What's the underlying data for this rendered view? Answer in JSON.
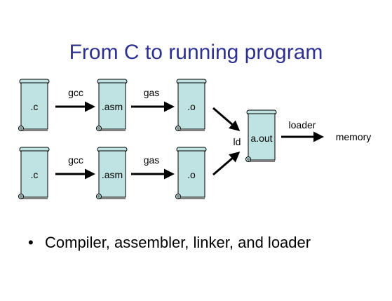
{
  "slide": {
    "title": "From C to running program",
    "bullet": "Compiler, assembler, linker, and loader"
  },
  "diagram": {
    "rows": [
      {
        "source": ".c",
        "compiler": "gcc",
        "assembly": ".asm",
        "assembler": "gas",
        "object": ".o"
      },
      {
        "source": ".c",
        "compiler": "gcc",
        "assembly": ".asm",
        "assembler": "gas",
        "object": ".o"
      }
    ],
    "linker": "ld",
    "executable": "a.out",
    "loader": "loader",
    "destination": "memory"
  },
  "colors": {
    "title": "#2e3192",
    "scroll_fill": "#bfe3e3",
    "ink": "#000000"
  }
}
